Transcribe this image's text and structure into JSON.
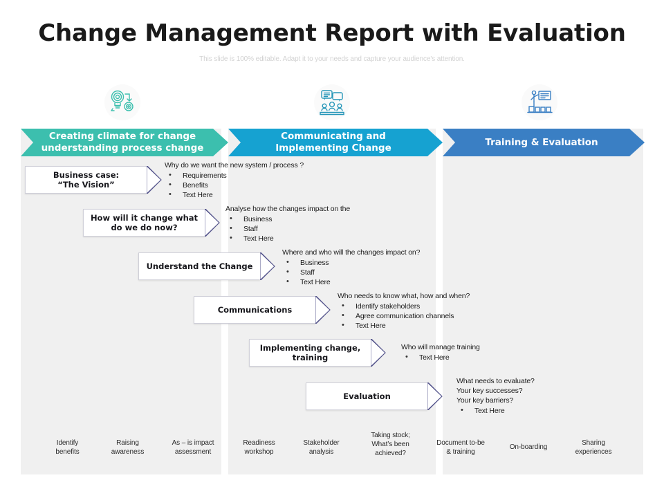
{
  "slide": {
    "title": "Change Management Report with Evaluation",
    "subtitle": "This slide is 100% editable. Adapt it to your needs and capture your audience's attention."
  },
  "colors": {
    "phase1": "#3CBFAE",
    "phase2": "#16A2D1",
    "phase3": "#3A7FC4",
    "panel_bg": "#F0F0F0",
    "arrow_outline": "#55558C"
  },
  "phases": [
    {
      "icon": "lightbulb-target-icon",
      "title_line1": "Creating climate for change",
      "title_line2": "understanding process change"
    },
    {
      "icon": "communication-team-icon",
      "title_line1": "Communicating and",
      "title_line2": "Implementing Change"
    },
    {
      "icon": "training-presentation-icon",
      "title_line1": "Training & Evaluation",
      "title_line2": ""
    }
  ],
  "steps": [
    {
      "label_line1": "Business case:",
      "label_line2": "“The Vision”",
      "heading": "Why do we want the new system / process ?",
      "bullets": [
        "Requirements",
        "Benefits",
        "Text Here"
      ]
    },
    {
      "label_line1": "How will it change  what",
      "label_line2": "do we do now?",
      "heading": "Analyse how the changes impact on the",
      "bullets": [
        "Business",
        "Staff",
        "Text Here"
      ]
    },
    {
      "label_line1": "Understand the Change",
      "label_line2": "",
      "heading": "Where and who will the changes impact on?",
      "bullets": [
        "Business",
        "Staff",
        "Text Here"
      ]
    },
    {
      "label_line1": "Communications",
      "label_line2": "",
      "heading": "Who needs to know what, how and when?",
      "bullets": [
        "Identify stakeholders",
        "Agree communication channels",
        "Text Here"
      ]
    },
    {
      "label_line1": "Implementing change,  training",
      "label_line2": "",
      "heading": "Who will manage training",
      "bullets": [
        "Text Here"
      ]
    },
    {
      "label_line1": "Evaluation",
      "label_line2": "",
      "heading": "What needs to evaluate?\nYour key successes?\nYour key barriers?",
      "bullets": [
        "Text Here"
      ]
    }
  ],
  "footer_labels": [
    {
      "line1": "Identify",
      "line2": "benefits",
      "line3": ""
    },
    {
      "line1": "Raising",
      "line2": "awareness",
      "line3": ""
    },
    {
      "line1": "As – is impact",
      "line2": "assessment",
      "line3": ""
    },
    {
      "line1": "Readiness",
      "line2": "workshop",
      "line3": ""
    },
    {
      "line1": "Stakeholder",
      "line2": "analysis",
      "line3": ""
    },
    {
      "line1": "Taking stock;",
      "line2": "What’s been",
      "line3": "achieved?"
    },
    {
      "line1": "Document to-be",
      "line2": "& training",
      "line3": ""
    },
    {
      "line1": "On-boarding",
      "line2": "",
      "line3": ""
    },
    {
      "line1": "Sharing",
      "line2": "experiences",
      "line3": ""
    }
  ]
}
